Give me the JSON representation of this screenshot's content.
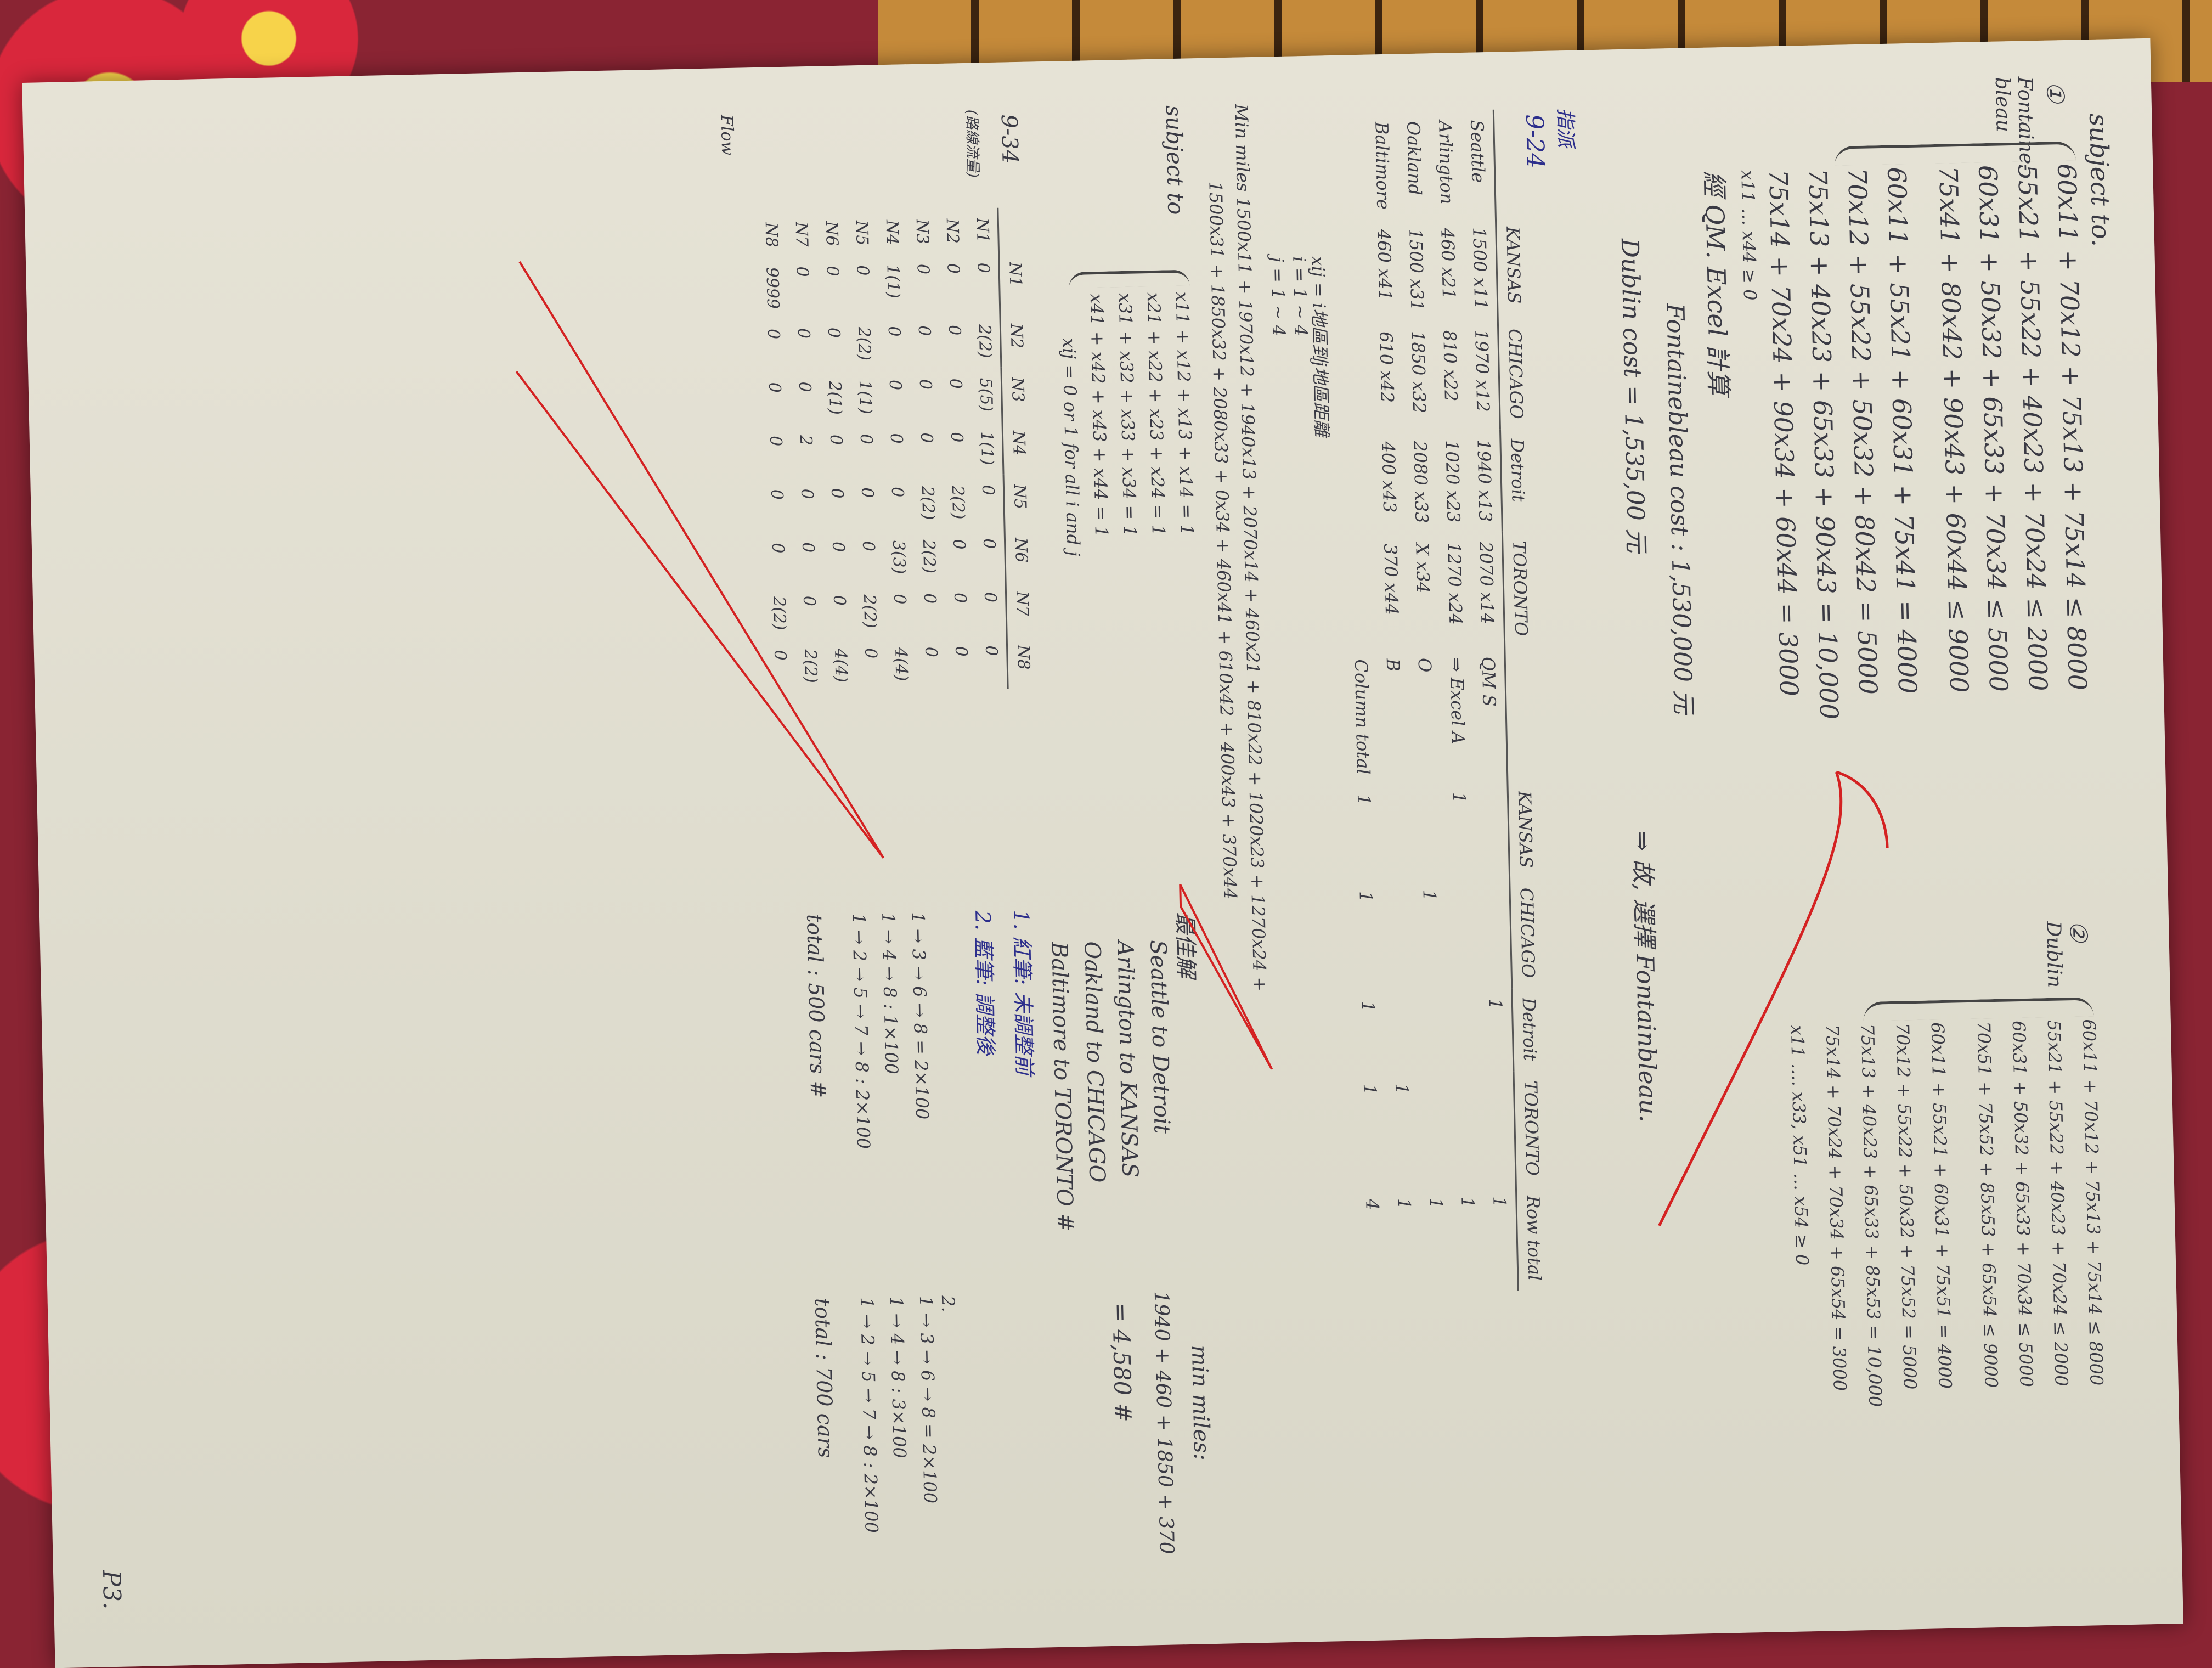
{
  "photo": {
    "page_number": "P3.",
    "subject_to_top": "subject to."
  },
  "problem1": {
    "num": "①",
    "label_f": "Fontaine-bleau",
    "label_d": "②",
    "label_dublin": "Dublin",
    "f_constraints": [
      "60x11 + 70x12 + 75x13 + 75x14 ≤ 8000",
      "55x21 + 55x22 + 40x23 + 70x24 ≤ 2000",
      "60x31 + 50x32 + 65x33 + 70x34 ≤ 5000",
      "75x41 + 80x42 + 90x43 + 60x44 ≤ 9000",
      "60x11 + 55x21 + 60x31 + 75x41 = 4000",
      "70x12 + 55x22 + 50x32 + 80x42 = 5000",
      "75x13 + 40x23 + 65x33 + 90x43 = 10,000",
      "75x14 + 70x24 + 90x34 + 60x44 = 3000",
      "x11 … x44 ≥ 0",
      "經 QM. Excel 計算"
    ],
    "d_constraints": [
      "60x11 + 70x12 + 75x13 + 75x14 ≤ 8000",
      "55x21 + 55x22 + 40x23 + 70x24 ≤ 2000",
      "60x31 + 50x32 + 65x33 + 70x34 ≤ 5000",
      "70x51 + 75x52 + 85x53 + 65x54 ≤ 9000",
      "60x11 + 55x21 + 60x31 + 75x51 = 4000",
      "70x12 + 55x22 + 50x32 + 75x52 = 5000",
      "75x13 + 40x23 + 65x33 + 85x53 = 10,000",
      "75x14 + 70x24 + 70x34 + 65x54 = 3000",
      "x11 …. x33, x51 … x54 ≥ 0"
    ],
    "fontainebleau_cost": "Fontainebleau cost : 1,530,000 元",
    "dublin_cost": "Dublin cost = 1,535,00 元",
    "conclusion": "⇒ 故, 選擇 Fontainbleau."
  },
  "problem9_24": {
    "tag": "指派",
    "num": "9-24",
    "headers": [
      "KANSAS",
      "CHICAGO",
      "Detroit",
      "TORONTO",
      "",
      "KANSAS",
      "CHICAGO",
      "Detroit",
      "TORONTO",
      "Row total"
    ],
    "rows": [
      {
        "name": "Seattle",
        "cells": [
          "1500 x11",
          "1970 x12",
          "1940 x13",
          "2070 x14",
          "QM S",
          "",
          "",
          "1",
          "",
          "1"
        ]
      },
      {
        "name": "Arlington",
        "cells": [
          "460 x21",
          "810 x22",
          "1020 x23",
          "1270 x24",
          "⇒ Excel A",
          "1",
          "",
          "",
          "",
          "1"
        ]
      },
      {
        "name": "Oakland",
        "cells": [
          "1500 x31",
          "1850 x32",
          "2080 x33",
          "X x34",
          "O",
          "",
          "1",
          "",
          "",
          "1"
        ]
      },
      {
        "name": "Baltimore",
        "cells": [
          "460 x41",
          "610 x42",
          "400 x43",
          "370 x44",
          "B",
          "",
          "",
          "",
          "1",
          "1"
        ]
      }
    ],
    "column_total": "Column total",
    "col_totals": [
      "1",
      "1",
      "1",
      "1",
      "4"
    ],
    "xij_note": "xij = i地區到j地區距離",
    "i_range": "i = 1 ~ 4",
    "j_range": "j = 1 ~ 4",
    "min_miles": "Min miles 1500x11 + 1970x12 + 1940x13 + 2070x14 + 460x21 + 810x22 + 1020x23 + 1270x24 +",
    "min_miles_2": "1500x31 + 1850x32 + 2080x33 + 0x34 + 460x41 + 610x42 + 400x43 + 370x44",
    "subject_to": "subject to",
    "st": [
      "x11 + x12 + x13 + x14 = 1",
      "x21 + x22 + x23 + x24 = 1",
      "x31 + x32 + x33 + x34 = 1",
      "x41 + x42 + x43 + x44 = 1",
      "xij = 0 or 1 for all i and j"
    ],
    "solution_title": "最佳解",
    "solution": [
      "Seattle to Detroit",
      "Arlington to KANSAS",
      "Oakland to CHICAGO",
      "Baltimore to TORONTO #"
    ],
    "min_miles_label": "min miles:",
    "min_miles_sum": "1940 + 460 + 1850 + 370",
    "min_miles_total": "= 4,580 #"
  },
  "problem9_34": {
    "num": "9-34",
    "note": "(路線流量)",
    "nodes": [
      "N1",
      "N2",
      "N3",
      "N4",
      "N5",
      "N6",
      "N7",
      "N8"
    ],
    "matrix": [
      [
        "0",
        "2(2)",
        "5(5)",
        "1(1)",
        "0",
        "0",
        "0",
        "0"
      ],
      [
        "0",
        "0",
        "0",
        "0",
        "2(2)",
        "0",
        "0",
        "0"
      ],
      [
        "0",
        "0",
        "0",
        "0",
        "2(2)",
        "2(2)",
        "0",
        "0"
      ],
      [
        "1(1)",
        "0",
        "0",
        "0",
        "0",
        "3(3)",
        "0",
        "4(4)"
      ],
      [
        "0",
        "2(2)",
        "1(1)",
        "0",
        "0",
        "0",
        "2(2)",
        "0"
      ],
      [
        "0",
        "0",
        "2(1)",
        "0",
        "0",
        "0",
        "0",
        "4(4)"
      ],
      [
        "0",
        "0",
        "0",
        "2",
        "0",
        "0",
        "0",
        "2(2)"
      ],
      [
        "9999",
        "0",
        "0",
        "0",
        "0",
        "0",
        "2(2)",
        "0"
      ]
    ],
    "flow_label": "Flow",
    "legend1": "1. 紅筆: 未調整前",
    "legend2": "2. 藍筆: 調整後",
    "paths_before": [
      "1 → 3 → 6 → 8 = 2×100",
      "1 → 4 → 8 : 1×100",
      "1 → 2 → 5 → 7 → 8 : 2×100"
    ],
    "total_before": "total : 500 cars #",
    "paths_after_num": "2.",
    "paths_after": [
      "1 → 3 → 6 → 8 = 2×100",
      "1 → 4 → 8 : 3×100",
      "1 → 2 → 5 → 7 → 8 : 2×100"
    ],
    "total_after": "total : 700 cars"
  }
}
